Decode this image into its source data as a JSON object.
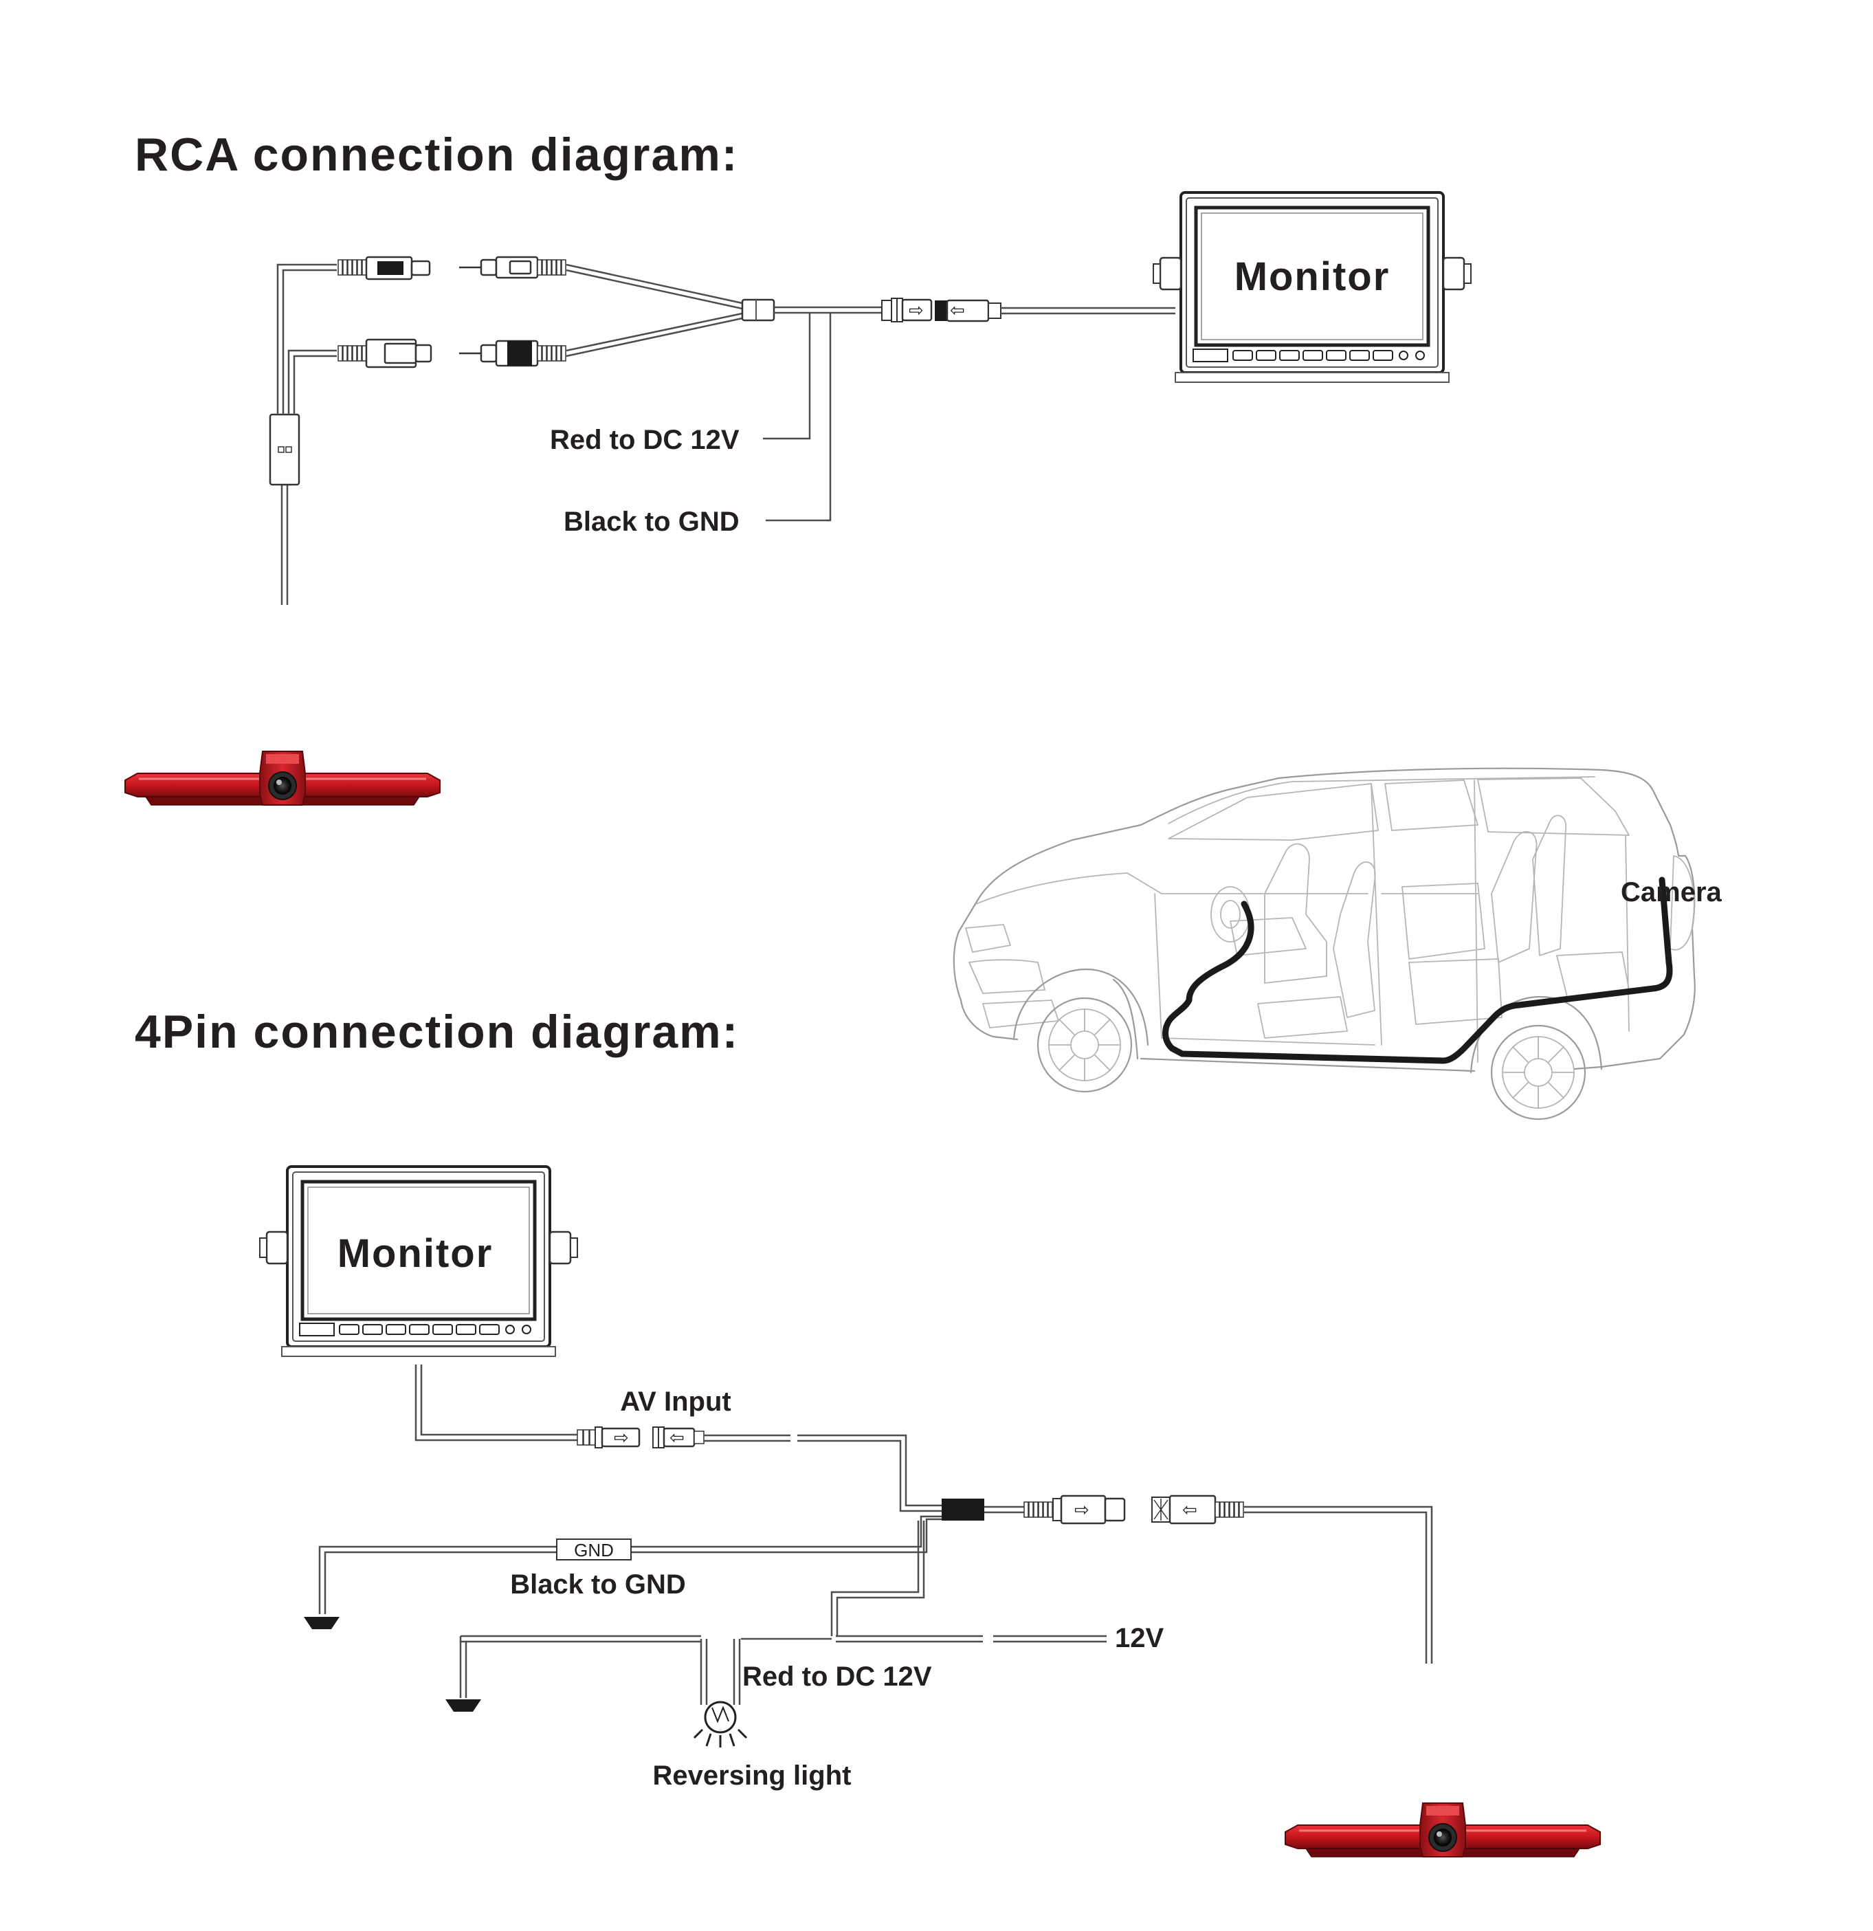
{
  "headings": {
    "rca": "RCA connection diagram:",
    "fourpin": "4Pin connection diagram:"
  },
  "monitor_label": "Monitor",
  "rca": {
    "red_label": "Red to DC 12V",
    "black_label": "Black to GND"
  },
  "car": {
    "camera_label": "Camera"
  },
  "fourpin": {
    "av_input_label": "AV Input",
    "gnd_tag": "GND",
    "black_label": "Black to GND",
    "v12_label": "12V",
    "red_label": "Red to DC 12V",
    "reversing_label": "Reversing light"
  },
  "colors": {
    "text": "#231f20",
    "wire": "#4d4d4d",
    "brake_light_red": "#c8161d",
    "brake_light_dark": "#7a0c10",
    "route": "#1a1a1a"
  }
}
